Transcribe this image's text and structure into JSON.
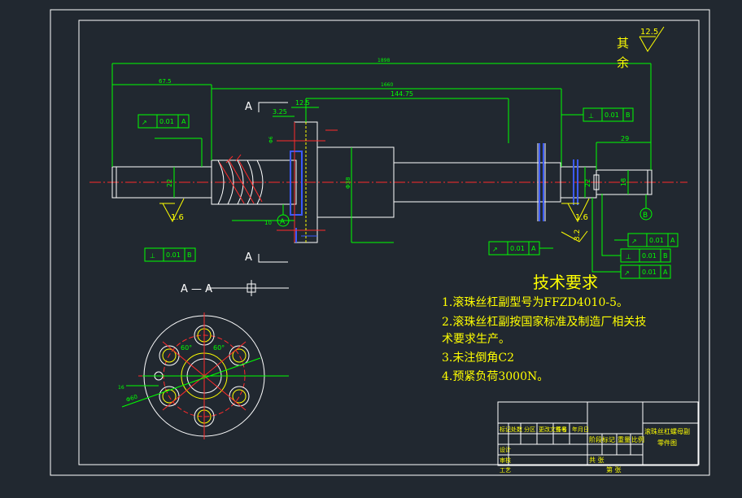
{
  "surface_finish": {
    "rest_label_1": "其",
    "rest_label_2": "余",
    "roughness": "12.5"
  },
  "dimensions": {
    "overall": "1898",
    "d_67_5": "67.5",
    "d_1660": "1660",
    "d_144_75": "144.75",
    "d_12_5": "12.5",
    "d_3_25": "3.25",
    "d_29": "29",
    "d_10": "10",
    "dia_22_left": "22",
    "dia_22_right": "22",
    "dia_18": "18",
    "dia_center": "Φ38",
    "flange_hole_dia": "Φ6",
    "hole_count": "16",
    "angle_1": "60°",
    "angle_2": "60°",
    "pcd": "Φ60"
  },
  "roughness_marks": {
    "left": "1.6",
    "right": "1.6",
    "vertical": "3.2"
  },
  "tolerances": {
    "runout_top": {
      "symbol": "↗",
      "value": "0.01",
      "datum": "A"
    },
    "perp_top_right": {
      "symbol": "⊥",
      "value": "0.01",
      "datum": "B"
    },
    "perp_bottom_left": {
      "symbol": "⊥",
      "value": "0.01",
      "datum": "B"
    },
    "runout_mid": {
      "symbol": "↗",
      "value": "0.01",
      "datum": "A"
    },
    "runout_right_1": {
      "symbol": "↗",
      "value": "0.01",
      "datum": "A"
    },
    "perp_right": {
      "symbol": "⊥",
      "value": "0.01",
      "datum": "B"
    },
    "runout_right_2": {
      "symbol": "↗",
      "value": "0.01",
      "datum": "A"
    }
  },
  "datums": {
    "a_circle": "A",
    "b_circle": "B"
  },
  "section": {
    "a_top": "A",
    "a_bottom": "A",
    "title": "A — A"
  },
  "tech_requirements": {
    "heading": "技术要求",
    "items": [
      "1.滚珠丝杠副型号为FFZD4010-5。",
      "2.滚珠丝杠副按国家标准及制造厂相关技",
      "术要求生产。",
      "3.未注倒角C2",
      "4.预紧负荷3000N。"
    ]
  },
  "title_block": {
    "drawing_title_1": "滚珠丝杠螺母副",
    "drawing_title_2": "零件图",
    "stage_label": "阶段标记",
    "weight_label": "重量",
    "scale_label": "比例",
    "sheet_total": "共  张",
    "sheet_no": "第  张",
    "row_labels": [
      "标记",
      "处数",
      "分区",
      "更改文件号",
      "签名",
      "年月日"
    ],
    "left_labels": [
      "设计",
      "审核",
      "工艺"
    ]
  },
  "colors": {
    "background": "#212830",
    "frame": "#ffffff",
    "green": "#00ff00",
    "red": "#ff2a2a",
    "blue": "#3c5aff",
    "yellow": "#ffff00",
    "white": "#ffffff"
  }
}
